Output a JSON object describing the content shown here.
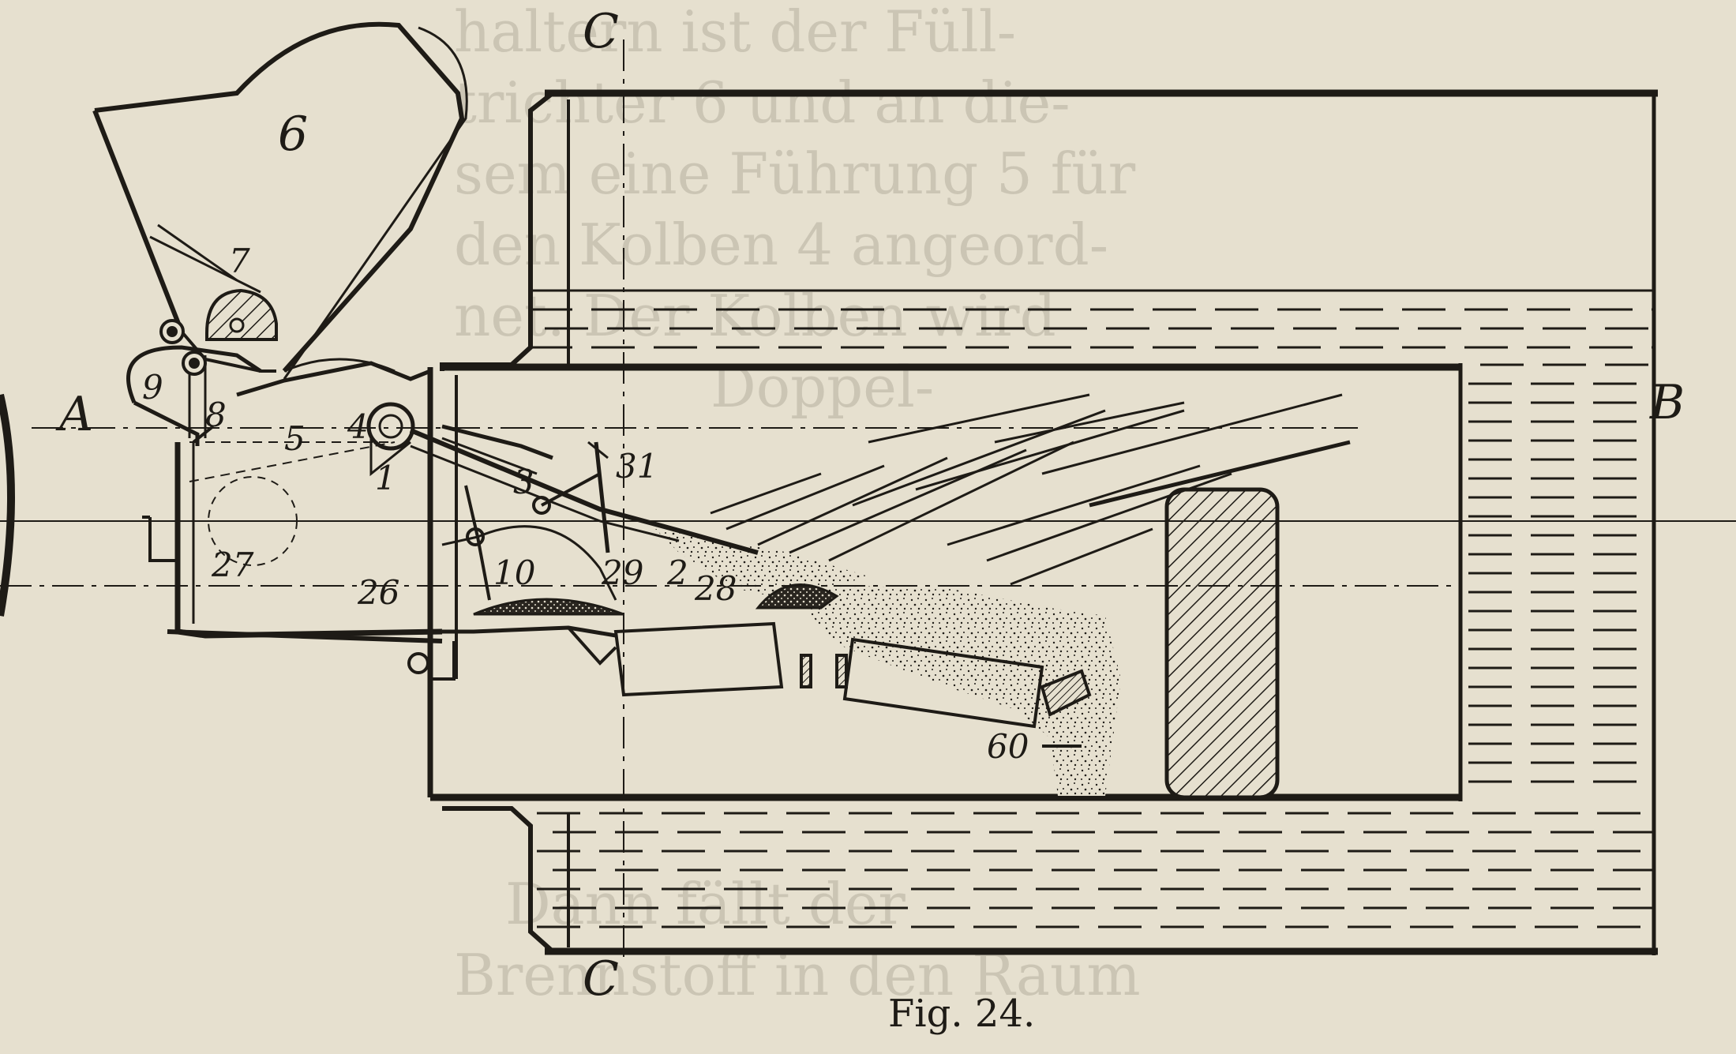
{
  "figure": {
    "caption": "Fig. 24.",
    "labels": {
      "A": "A",
      "B": "B",
      "C_top": "C",
      "C_bottom": "C",
      "l1": "1",
      "l2": "2",
      "l3": "3",
      "l4": "4",
      "l5": "5",
      "l6": "6",
      "l7": "7",
      "l8": "8",
      "l9": "9",
      "l10": "10",
      "l26": "26",
      "l27": "27",
      "l28": "28",
      "l29": "29",
      "l31": "31",
      "l60": "60"
    }
  },
  "bleed_through": {
    "lines": [
      "haltern  ist der Füll-",
      "trichter 6 und an die-",
      "sem eine Führung 5 für",
      "den Kolben 4 angeord-",
      "net. Der Kolben wird",
      "Doppel-",
      "Dann fällt der",
      "Brennstoff in den Raum"
    ]
  },
  "colors": {
    "paper": "#e6e0cf",
    "ink": "#1e1b16"
  }
}
